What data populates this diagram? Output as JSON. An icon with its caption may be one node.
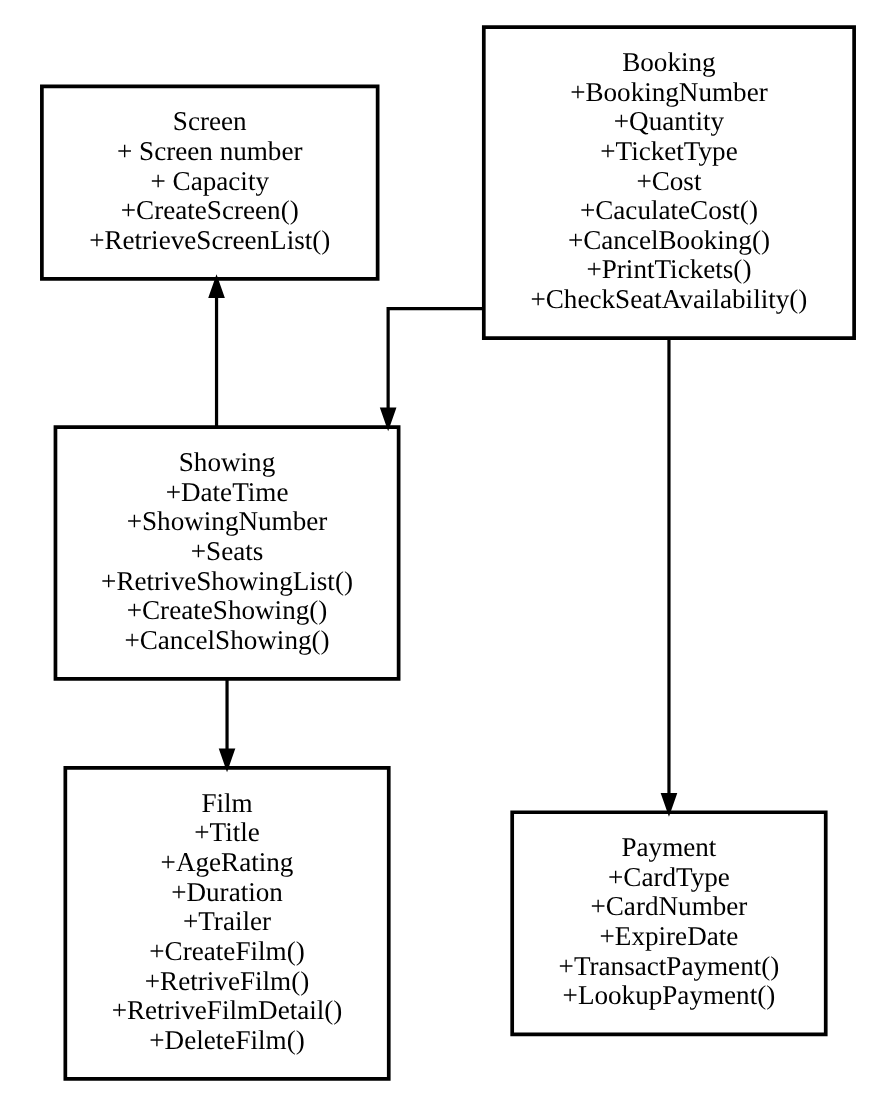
{
  "diagram": {
    "nodes": [
      {
        "text": [
          "Screen",
          "+ Screen number",
          "+ Capacity",
          "+CreateScreen()",
          "+RetrieveScreenList()"
        ]
      },
      {
        "text": [
          "Booking",
          "+BookingNumber",
          "+Quantity",
          "+TicketType",
          "+Cost",
          "+CaculateCost()",
          "+CancelBooking()",
          "+PrintTickets()",
          "+CheckSeatAvailability()"
        ]
      },
      {
        "text": [
          "Showing",
          "+DateTime",
          "+ShowingNumber",
          "+Seats",
          "+RetriveShowingList()",
          "+CreateShowing()",
          "+CancelShowing()"
        ]
      },
      {
        "text": [
          "Film",
          "+Title",
          "+AgeRating",
          "+Duration",
          "+Trailer",
          "+CreateFilm()",
          "+RetriveFilm()",
          "+RetriveFilmDetail()",
          "+DeleteFilm()"
        ]
      },
      {
        "text": [
          "Payment",
          "+CardType",
          "+CardNumber",
          "+ExpireDate",
          "+TransactPayment()",
          "+LookupPayment()"
        ]
      }
    ],
    "edges": [
      {
        "from": 1,
        "to": 2,
        "arrow": "to"
      },
      {
        "from": 2,
        "to": 0,
        "arrow": "to"
      },
      {
        "from": 2,
        "to": 3,
        "arrow": "to"
      },
      {
        "from": 1,
        "to": 4,
        "arrow": "to"
      }
    ]
  }
}
